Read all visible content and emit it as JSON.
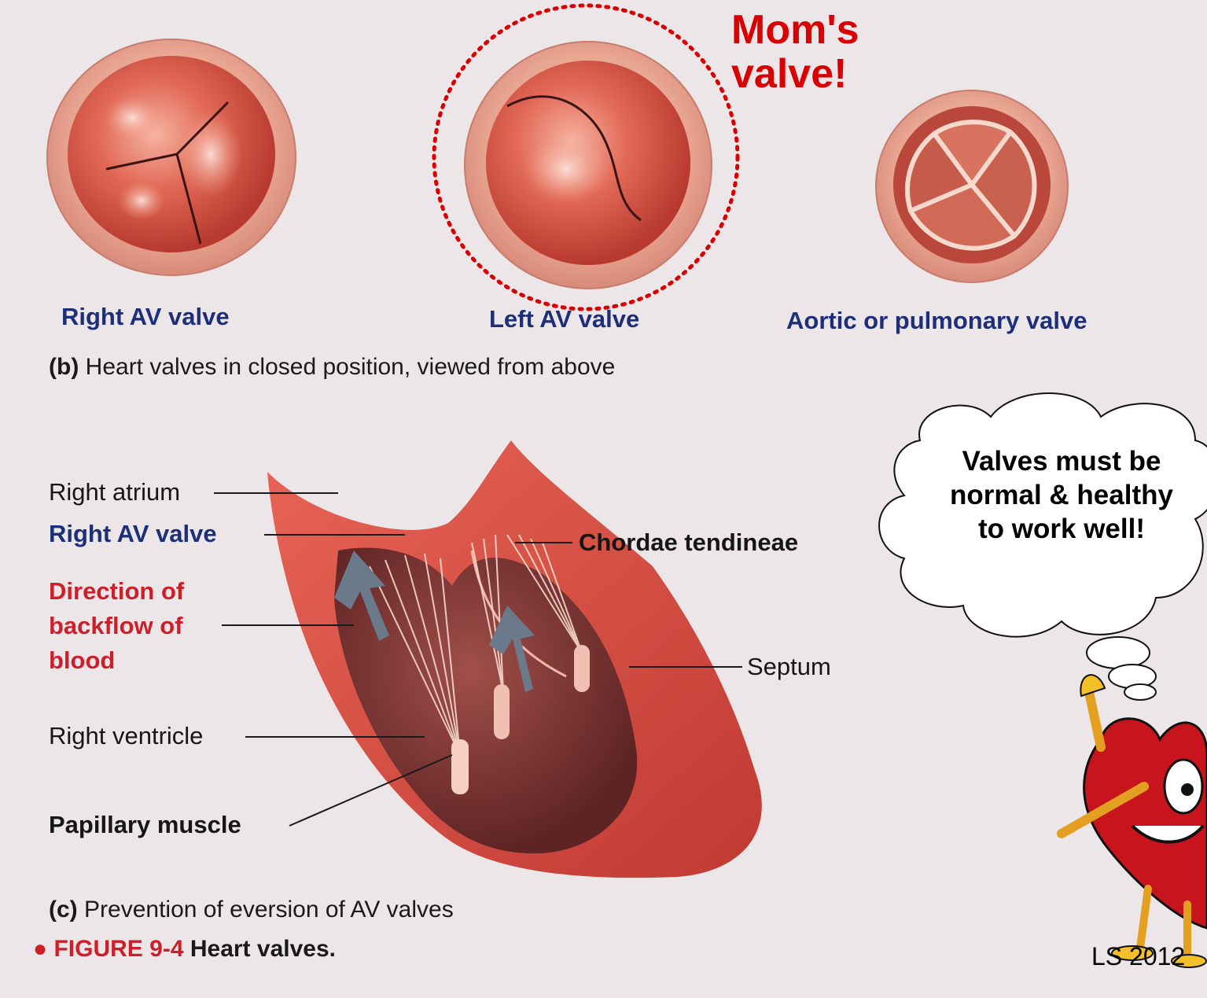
{
  "annotation": {
    "note_line1": "Mom's",
    "note_line2": "valve!",
    "thought_bubble": "Valves must be normal & healthy to work well!",
    "credit": "LS 2012"
  },
  "panel_b": {
    "valves": [
      {
        "label": "Right AV valve"
      },
      {
        "label": "Left AV valve"
      },
      {
        "label": "Aortic or pulmonary valve"
      }
    ],
    "caption_tag": "(b)",
    "caption_text": "Heart valves in closed position, viewed from above"
  },
  "panel_c": {
    "labels": {
      "right_atrium": "Right atrium",
      "right_av_valve": "Right AV valve",
      "backflow_1": "Direction of",
      "backflow_2": "backflow of",
      "backflow_3": "blood",
      "right_ventricle": "Right ventricle",
      "papillary_muscle": "Papillary muscle",
      "chordae_tendineae": "Chordae tendineae",
      "septum": "Septum"
    },
    "caption_tag": "(c)",
    "caption_text": "Prevention of eversion of AV valves"
  },
  "figure": {
    "bullet": "●",
    "number": "FIGURE 9-4",
    "title": "Heart valves."
  },
  "colors": {
    "label_blue": "#1c2f78",
    "label_red": "#cc1f2a",
    "annotation_red": "#d80000",
    "tissue": "#d9574b",
    "background": "#ece6e8"
  }
}
